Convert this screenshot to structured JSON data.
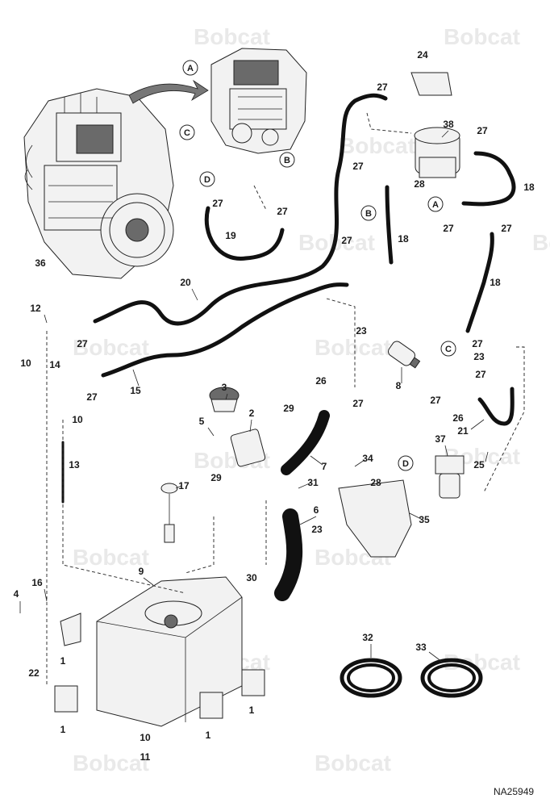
{
  "watermark_text": "Bobcat",
  "drawing_code": "NA25949",
  "callouts": [
    "A",
    "B",
    "C",
    "D"
  ],
  "part_numbers": [
    "1",
    "2",
    "3",
    "4",
    "5",
    "6",
    "7",
    "8",
    "9",
    "10",
    "11",
    "12",
    "13",
    "14",
    "15",
    "16",
    "17",
    "18",
    "19",
    "20",
    "21",
    "22",
    "23",
    "24",
    "25",
    "26",
    "27",
    "28",
    "29",
    "30",
    "31",
    "32",
    "33",
    "34",
    "35",
    "36",
    "37",
    "38"
  ],
  "colors": {
    "line": "#111111",
    "watermark": "#e9e9e9",
    "part_fill": "#f2f2f2"
  }
}
